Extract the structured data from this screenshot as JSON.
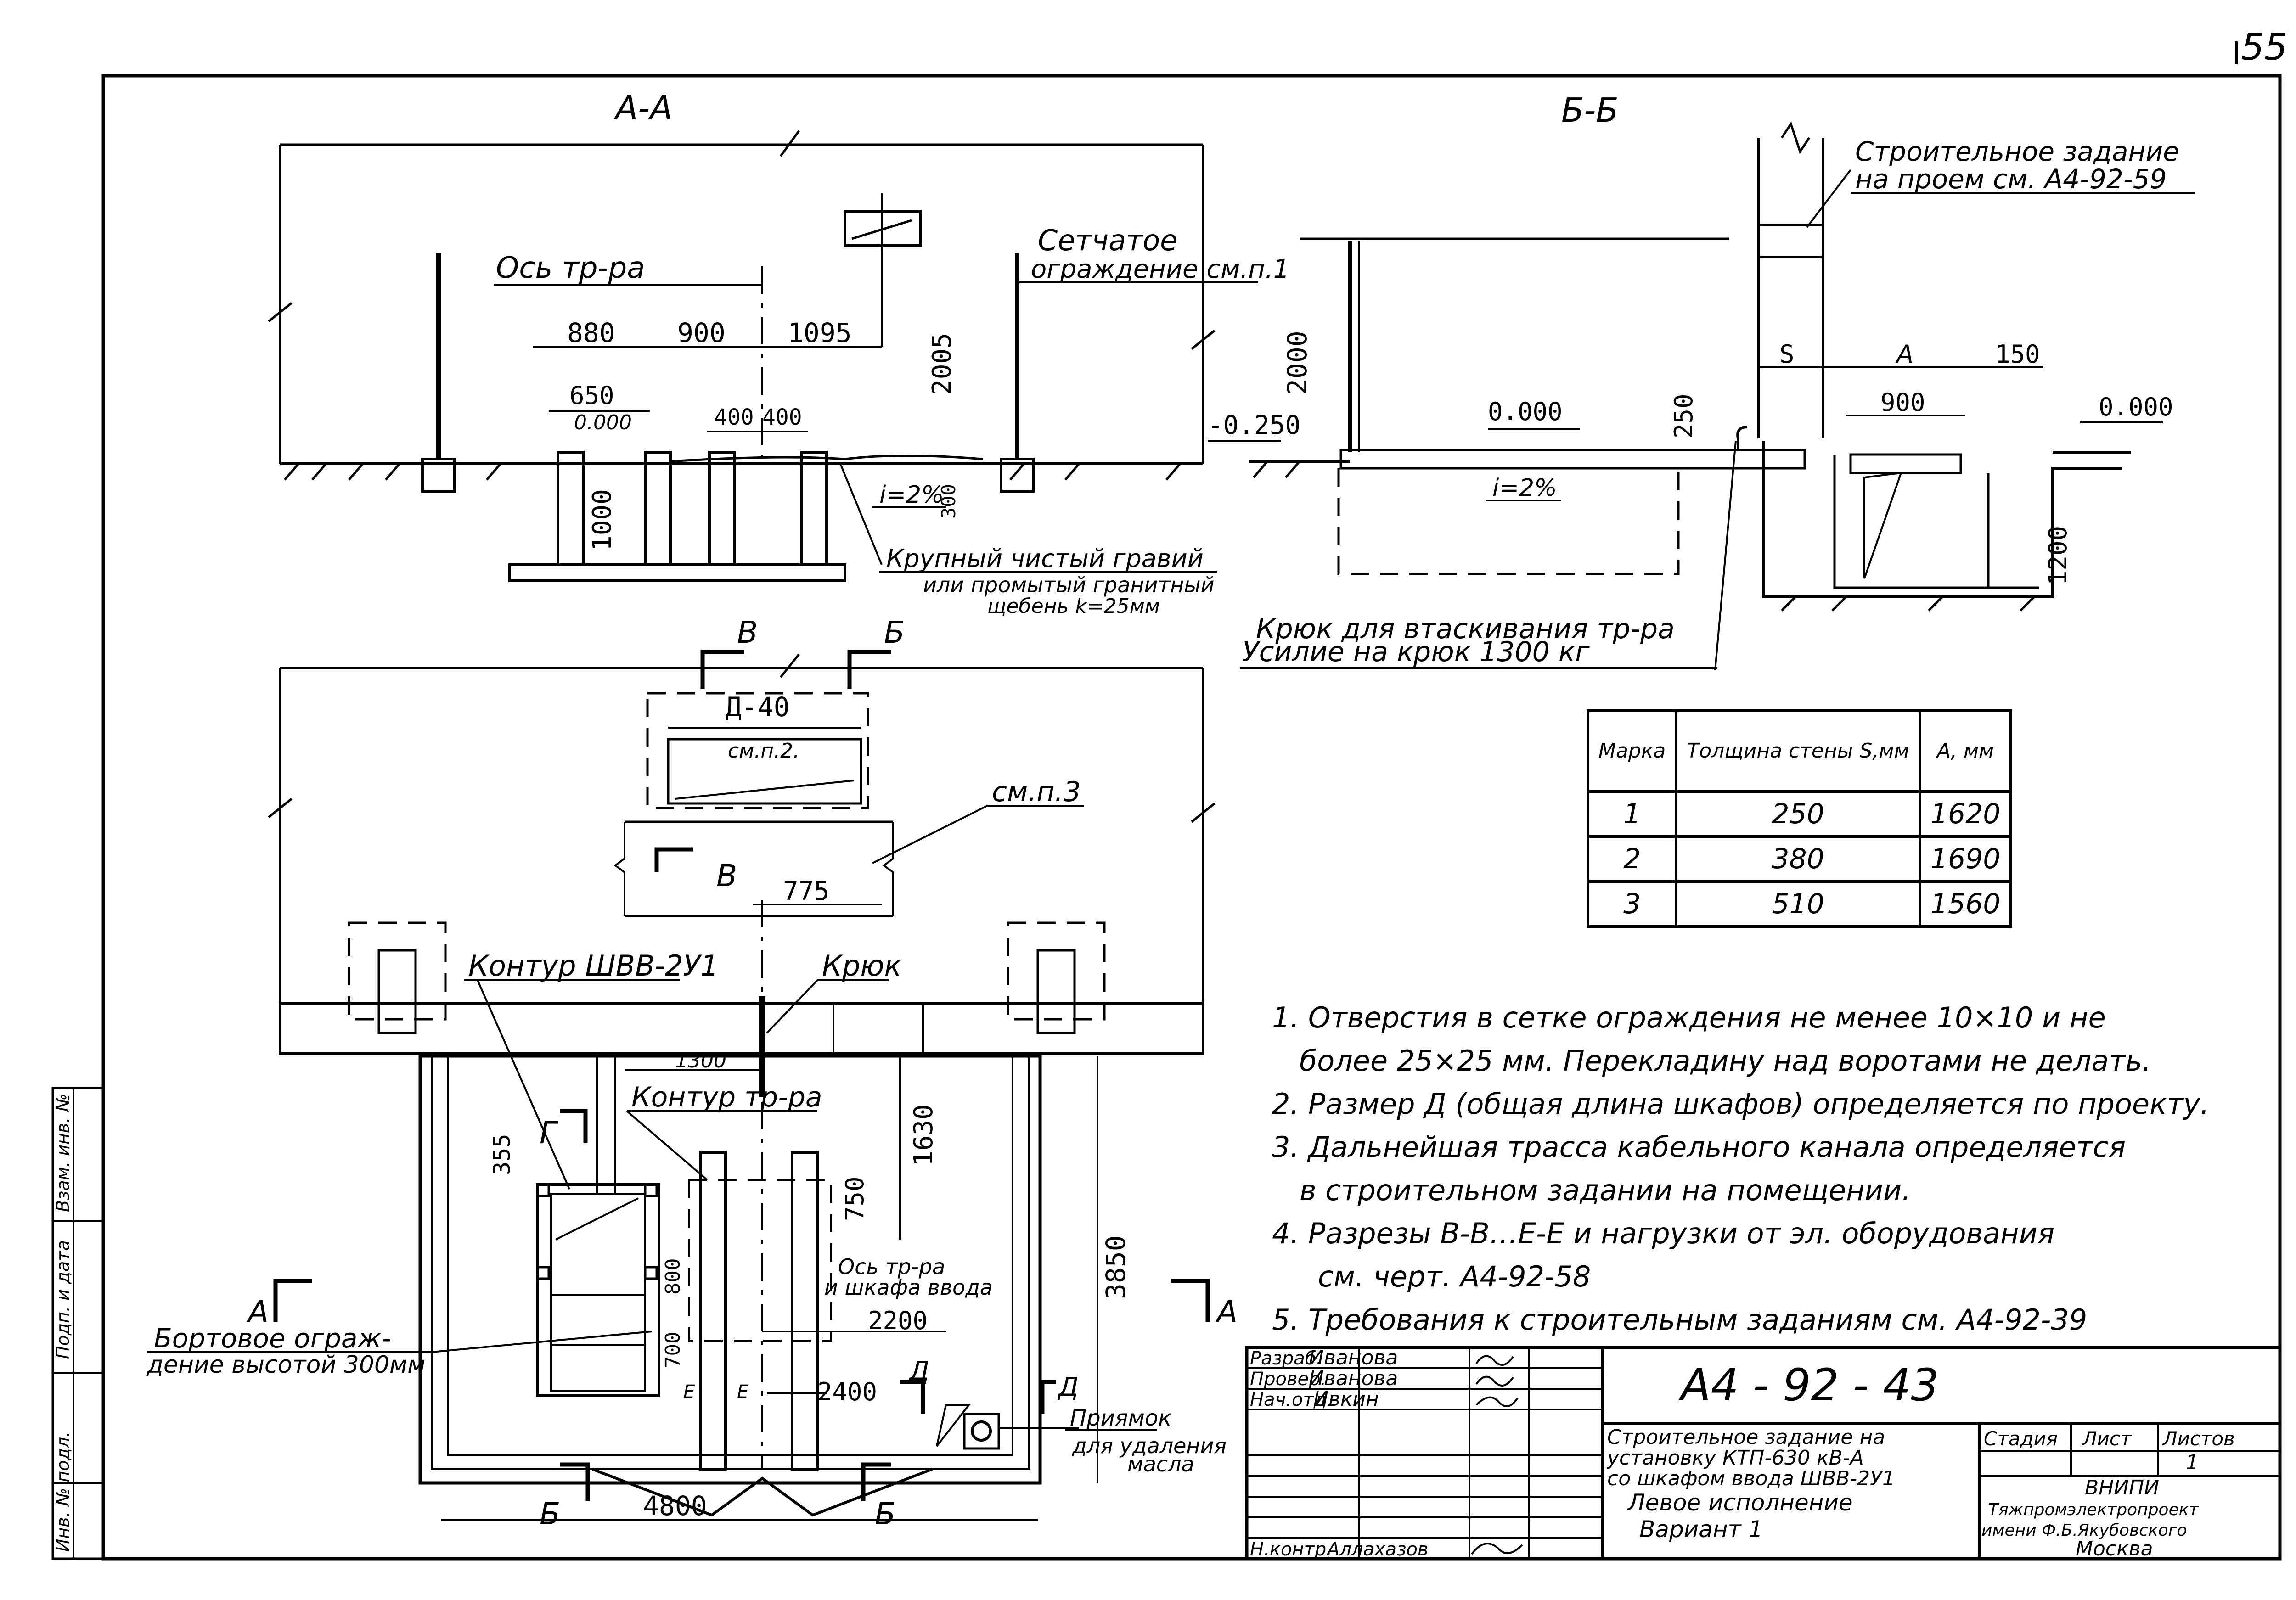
{
  "page_number": "55",
  "section_aa": {
    "title": "А-А",
    "axis_label": "Ось тр-ра",
    "fence_label": [
      "Сетчатое",
      "ограждение см.п.1"
    ],
    "dims": [
      "880",
      "900",
      "1095",
      "650",
      "0.000",
      "400",
      "400",
      "1000",
      "2005",
      "300"
    ],
    "slope": "i=2%",
    "gravel_note": [
      "Крупный чистый гравий",
      "или промытый гранитный",
      "щебень k=25мм"
    ]
  },
  "section_bb": {
    "title": "Б-Б",
    "building_task": [
      "Строительное задание",
      "на проем см. А4-92-59"
    ],
    "dims": [
      "2000",
      "-0.250",
      "0.000",
      "250",
      "S",
      "А",
      "150",
      "900",
      "0.000",
      "1200"
    ],
    "slope": "i=2%",
    "hook_note": [
      "Крюк для втаскивания тр-ра",
      "Усилие на крюк 1300 кг"
    ]
  },
  "plan": {
    "section_marks": [
      "В",
      "Б",
      "В",
      "А",
      "А",
      "Г",
      "Б",
      "Д",
      "Д"
    ],
    "d_label": "Д-40",
    "ref_p2": "см.п.2.",
    "ref_p3": "см.п.3",
    "dim_775": "775",
    "contour_shvv": "Контур ШВВ-2У1",
    "hook": "Крюк",
    "dim_1300": "1300",
    "contour_tr": "Контур тр-ра",
    "dims": [
      "1630",
      "355",
      "750",
      "800",
      "700",
      "2200",
      "2400",
      "3850",
      "4800"
    ],
    "axis_label": [
      "Ось тр-ра",
      "и шкафа ввода"
    ],
    "border_fence": [
      "Бортовое ограж-",
      "дение высотой 300мм"
    ],
    "pit": [
      "Приямок",
      "для удаления",
      "масла"
    ],
    "e_marks": [
      "Е",
      "Е"
    ]
  },
  "table": {
    "headers": [
      "Марка",
      "Толщина стены S,мм",
      "А, мм"
    ],
    "rows": [
      [
        "1",
        "250",
        "1620"
      ],
      [
        "2",
        "380",
        "1690"
      ],
      [
        "3",
        "510",
        "1560"
      ]
    ]
  },
  "notes": [
    "1. Отверстия в сетке ограждения не менее 10×10 и не",
    "более 25×25 мм. Перекладину над воротами не делать.",
    "2. Размер Д (общая длина шкафов) определяется по проекту.",
    "3. Дальнейшая трасса кабельного канала определяется",
    "в строительном задании на помещении.",
    "4. Разрезы В-В…Е-Е и нагрузки от эл. оборудования",
    "см. черт. А4-92-58",
    "5. Требования к строительным заданиям см. А4-92-39"
  ],
  "side_stamp": [
    "Взам. инв. №",
    "Подп. и дата",
    "Инв. № подл."
  ],
  "title_block": {
    "doc_number": "А4 - 92 - 43",
    "roles": [
      "Разраб.",
      "Провер.",
      "Нач.отд.",
      "Н.контр."
    ],
    "names": [
      "Иванова",
      "Иванова",
      "Ивкин",
      "Аллахазов"
    ],
    "title_lines": [
      "Строительное задание на",
      "установку КТП-630 кВ-А",
      "со шкафом ввода ШВВ-2У1",
      "Левое исполнение",
      "Вариант 1"
    ],
    "col_heads": [
      "Стадия",
      "Лист",
      "Листов"
    ],
    "sheet": "1",
    "org": [
      "ВНИПИ",
      "Тяжпромэлектропроект",
      "имени Ф.Б.Якубовского",
      "Москва"
    ]
  }
}
